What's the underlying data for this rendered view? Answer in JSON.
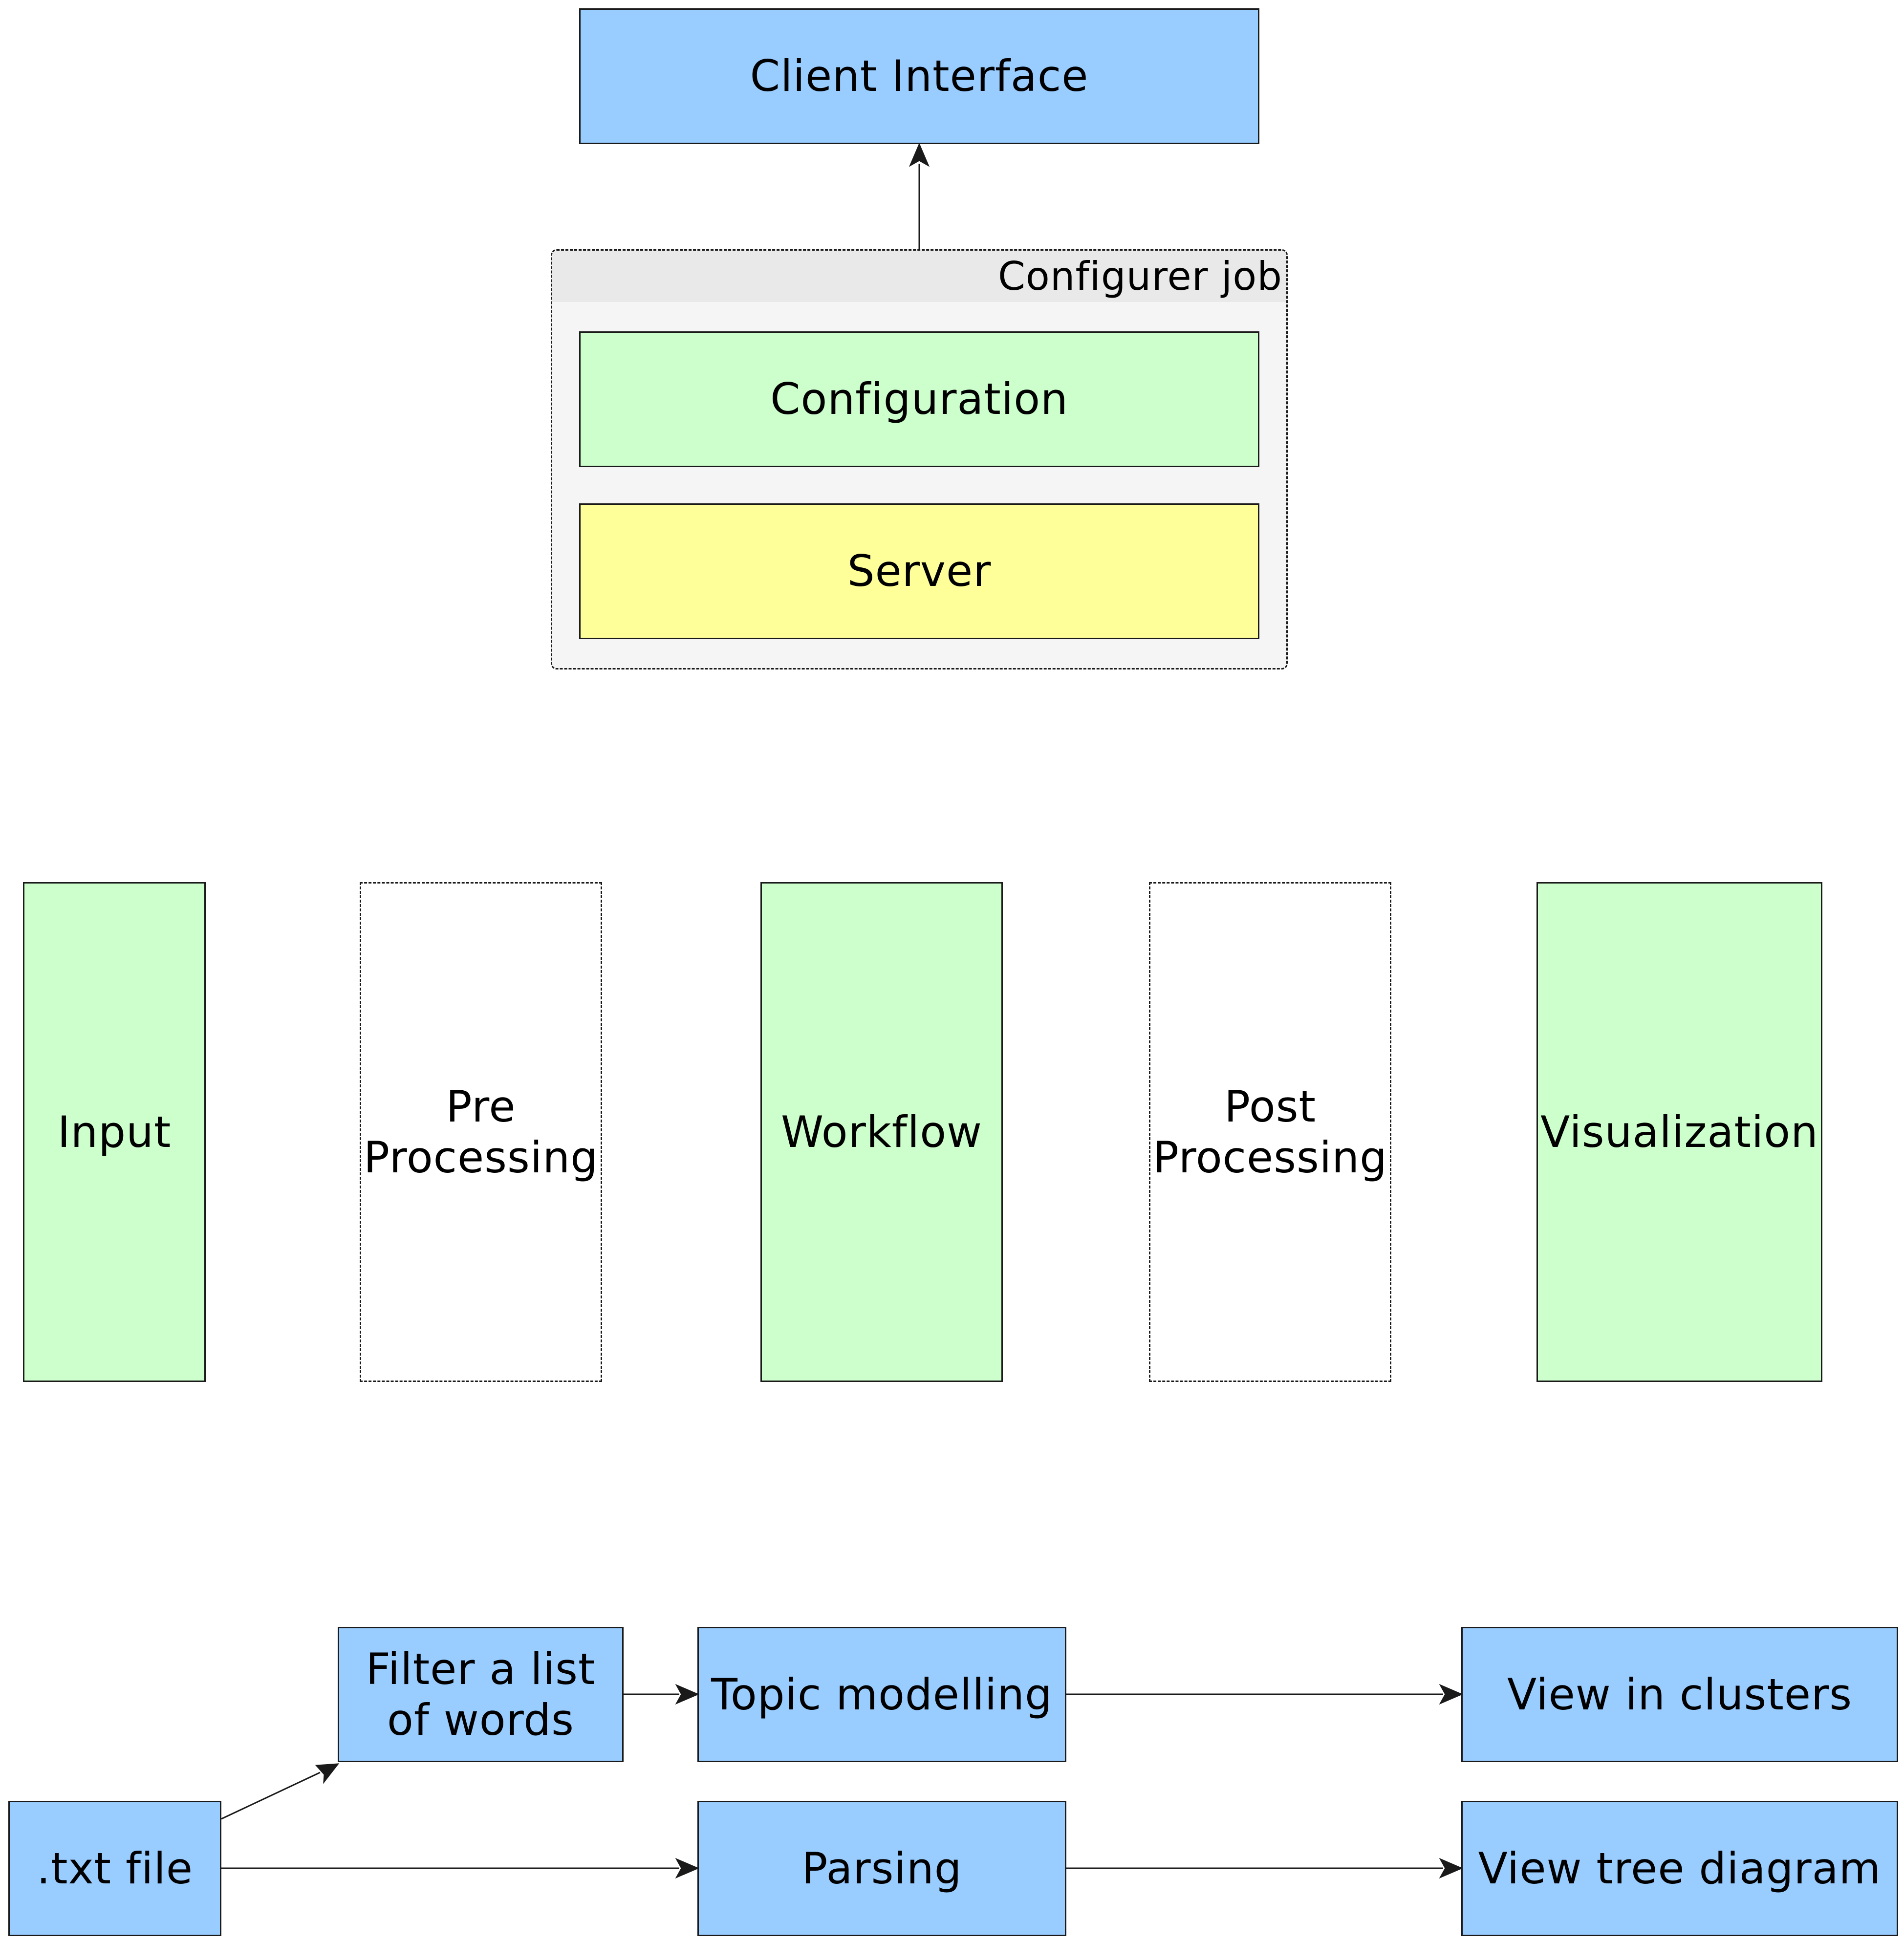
{
  "top": {
    "client_interface": "Client Interface",
    "group_title": "Configurer job",
    "configuration": "Configuration",
    "server": "Server"
  },
  "stages": {
    "input": "Input",
    "pre_processing": "Pre\nProcessing",
    "workflow": "Workflow",
    "post_processing": "Post\nProcessing",
    "visualization": "Visualization"
  },
  "pipeline": {
    "txt_file": ".txt file",
    "filter_words": "Filter a list\nof words",
    "topic_modelling": "Topic modelling",
    "parsing": "Parsing",
    "view_clusters": "View in clusters",
    "view_tree": "View tree diagram"
  },
  "colors": {
    "blue": "#99ccff",
    "green": "#ccffcc",
    "yellow": "#ffff99",
    "group_bg": "#f5f5f5",
    "stroke": "#1a1a1a"
  }
}
